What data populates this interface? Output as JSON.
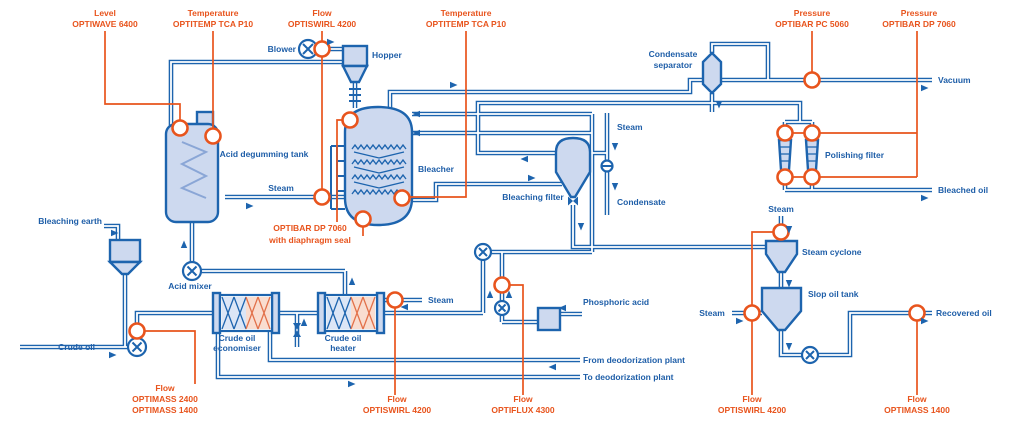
{
  "colors": {
    "pipe_blue": "#1d64ae",
    "label_blue": "#1e5ea8",
    "instrument_orange": "#e8541d",
    "equipment_fill": "#cdd9ef"
  },
  "labels": {
    "blower": "Blower",
    "hopper": "Hopper",
    "acid_degumming_tank": "Acid degumming tank",
    "bleacher": "Bleacher",
    "bleaching_filter": "Bleaching filter",
    "condensate_separator_1": "Condensate",
    "condensate_separator_2": "separator",
    "polishing_filter": "Polishing filter",
    "steam_cyclone": "Steam cyclone",
    "slop_oil_tank": "Slop oil tank",
    "acid_mixer": "Acid mixer",
    "economiser_1": "Crude oil",
    "economiser_2": "economiser",
    "heater_1": "Crude oil",
    "heater_2": "heater",
    "bleaching_earth": "Bleaching earth",
    "crude_oil": "Crude oil",
    "steam": "Steam",
    "condensate": "Condensate",
    "vacuum": "Vacuum",
    "bleached_oil": "Bleached oil",
    "recovered_oil": "Recovered oil",
    "phosphoric_acid": "Phosphoric acid",
    "from_deodorization": "From deodorization plant",
    "to_deodorization": "To deodorization plant"
  },
  "tags": {
    "level_tank": {
      "t": "Level",
      "m": "OPTIWAVE 6400"
    },
    "temp_tank": {
      "t": "Temperature",
      "m": "OPTITEMP TCA P10"
    },
    "flow_blower": {
      "t": "Flow",
      "m": "OPTISWIRL 4200"
    },
    "temp_bleacher": {
      "t": "Temperature",
      "m": "OPTITEMP TCA P10"
    },
    "pressure_vacuum": {
      "t": "Pressure",
      "m": "OPTIBAR PC 5060"
    },
    "pressure_filter": {
      "t": "Pressure",
      "m": "OPTIBAR DP 7060"
    },
    "dp_bleacher": {
      "l1": "OPTIBAR DP 7060",
      "l2": "with diaphragm seal"
    },
    "flow_crude": {
      "t": "Flow",
      "m": "OPTIMASS 2400",
      "m2": "OPTIMASS 1400"
    },
    "flow_steam_heater": {
      "t": "Flow",
      "m": "OPTISWIRL 4200"
    },
    "flow_phosphoric": {
      "t": "Flow",
      "m": "OPTIFLUX 4300"
    },
    "flow_steam_cyclone": {
      "t": "Flow",
      "m": "OPTISWIRL 4200"
    },
    "flow_recovered": {
      "t": "Flow",
      "m": "OPTIMASS 1400"
    }
  }
}
